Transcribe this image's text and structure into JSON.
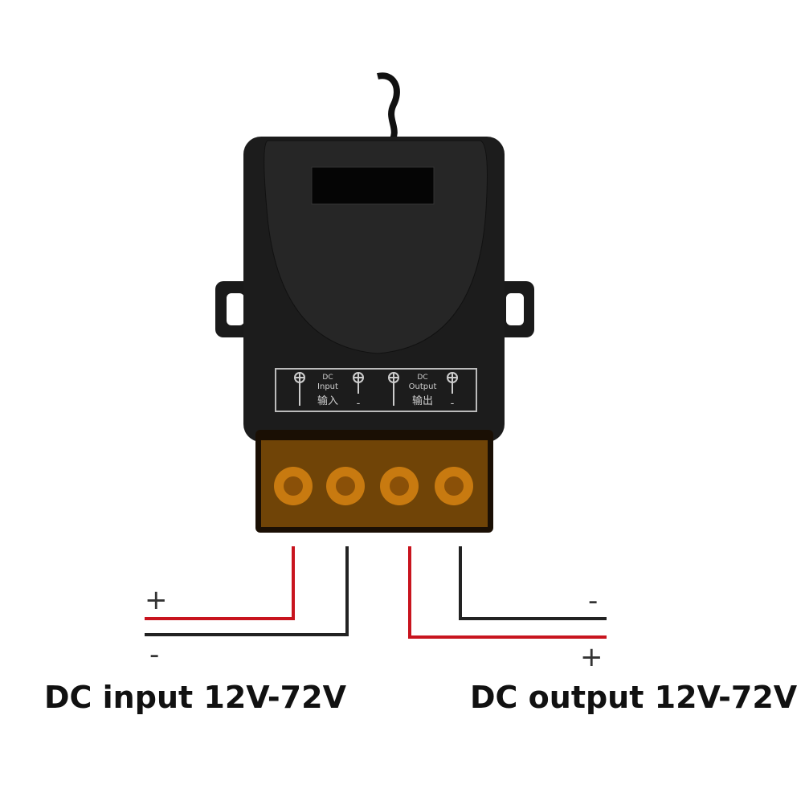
{
  "device": {
    "label_panel": {
      "input_en": "DC",
      "input_en2": "Input",
      "input_cn": "输入",
      "output_en": "DC",
      "output_en2": "Output",
      "output_cn": "输出",
      "minus": "-"
    }
  },
  "wiring": {
    "input_plus": "+",
    "input_minus": "-",
    "output_minus": "-",
    "output_plus": "+"
  },
  "captions": {
    "input": "DC input 12V-72V",
    "output": "DC output 12V-72V"
  },
  "colors": {
    "positive_wire": "#c8141e",
    "negative_wire": "#222222",
    "terminal": "#c87a10"
  }
}
